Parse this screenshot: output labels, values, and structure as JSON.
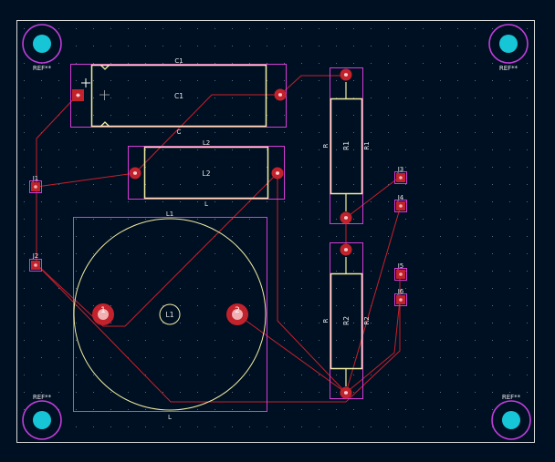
{
  "colors": {
    "background": "#001023",
    "board_edge": "#d8d8d8",
    "grid": "#5b6a80",
    "courtyard": "#d63bd6",
    "silkscreen": "#f2eda1",
    "fab_text": "#e8e8e8",
    "pad": "#c2222b",
    "pad_hole": "#f1b1b3",
    "ratsnest": "#c8202a",
    "mounting_hole": "#16c6d6",
    "mounting_ring": "#c23ddb",
    "cursor": "#ffffff"
  },
  "labels": {
    "ref_tl": "REF**",
    "ref_tr": "REF**",
    "ref_bl": "REF**",
    "ref_br": "REF**",
    "c1_ref": "C1",
    "c1_fab": "C1",
    "c1_val": "C",
    "l2_ref": "L2",
    "l2_fab": "L2",
    "l2_val": "L",
    "l1_ref": "L1",
    "l1_fab": "L1",
    "l1_val": "L",
    "l1_pad1": "1",
    "l1_pad2": "2",
    "r1_ref": "R1",
    "r1_fab": "R1",
    "r1_val": "R",
    "r2_ref": "R2",
    "r2_fab": "R2",
    "r2_val": "R",
    "j1": "J1",
    "j2": "J2",
    "j3": "J3",
    "j4": "J4",
    "j5": "J5",
    "j6": "J6"
  }
}
